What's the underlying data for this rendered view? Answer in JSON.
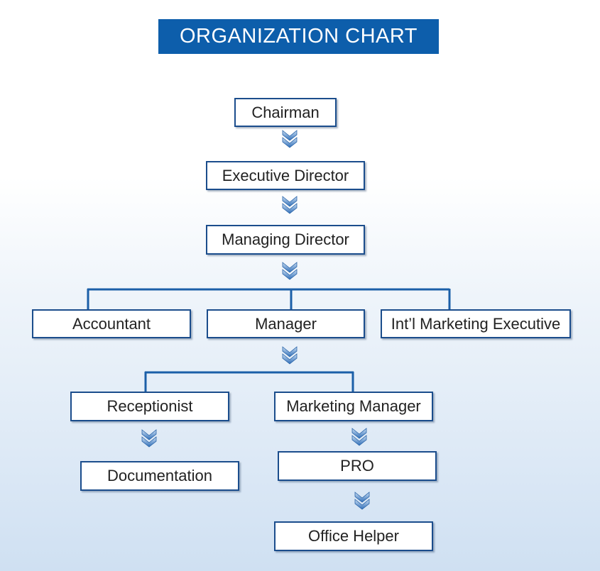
{
  "title": "ORGANIZATION CHART",
  "nodes": {
    "chairman": "Chairman",
    "executive_director": "Executive Director",
    "managing_director": "Managing Director",
    "accountant": "Accountant",
    "manager": "Manager",
    "intl_marketing_executive": "Int’l Marketing Executive",
    "receptionist": "Receptionist",
    "marketing_manager": "Marketing Manager",
    "documentation": "Documentation",
    "pro": "PRO",
    "office_helper": "Office Helper"
  },
  "colors": {
    "title_bg": "#0d5eab",
    "box_border": "#1b4d8c",
    "connector": "#1b5fa8",
    "chevron": "#3f7fc4"
  },
  "icons": {
    "arrow": "double-chevron-down-icon"
  }
}
